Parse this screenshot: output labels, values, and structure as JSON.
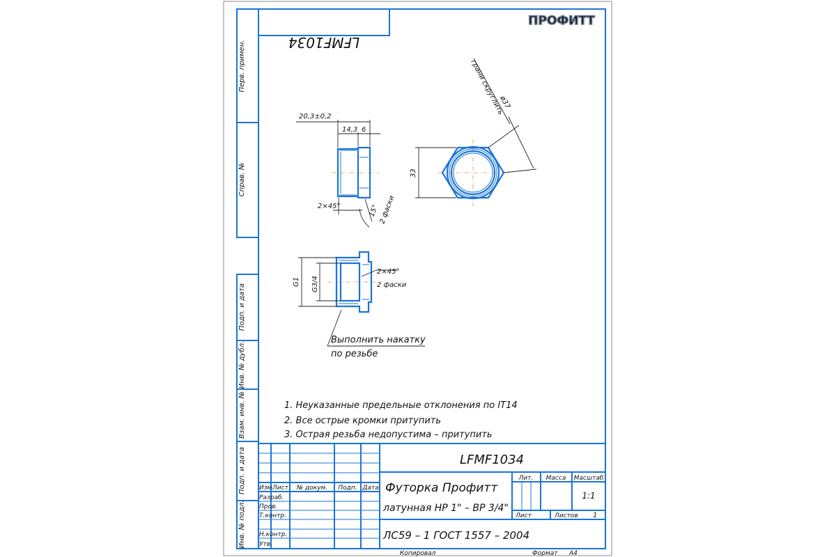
{
  "brand": {
    "logo": "ПРОФИТТ"
  },
  "top_code_mirrored": "LFMF1034",
  "side_labels": {
    "perv_primen": "Перв. примен.",
    "sprav_no": "Справ. №",
    "podp_data_1": "Подп. и дата",
    "inv_dubl": "Инв. № дубл.",
    "vzam_inv": "Взам. инв. №",
    "podp_data_2": "Подп. и дата",
    "inv_podl": "Инв. № подл."
  },
  "drawing": {
    "dim_overall": "20,3±0,2",
    "dim_body": "14,3",
    "dim_hex_len": "6",
    "dim_chamfer1": "2×45°",
    "dim_angle": "15°",
    "dim_chamfer1_note": "2 фаски",
    "dim_hex_height": "33",
    "dim_dia": "ø37",
    "note_edges": "грани скруглить",
    "dim_thread_outer": "G1",
    "dim_thread_inner": "G3/4",
    "dim_chamfer2": "2×45°",
    "dim_chamfer2_note": "2 фаски",
    "knurl_line1": "Выполнить накатку",
    "knurl_line2": "по резьбе"
  },
  "notes": [
    "1. Неуказанные предельные отклонения по IT14",
    "2. Все острые кромки притупить",
    "3. Острая резьба недопустима – притупить"
  ],
  "title_block": {
    "designation": "LFMF1034",
    "name_line1": "Футорка Профитт",
    "name_line2": "латунная НР 1\" – ВР 3/4\"",
    "material": "ЛС59 – 1 ГОСТ 1557 – 2004",
    "col_izm": "Изм.",
    "col_list": "Лист",
    "col_doc": "№ докум.",
    "col_podp": "Подп.",
    "col_date": "Дата",
    "row_razrab": "Разраб.",
    "row_prov": "Пров.",
    "row_tkontr": "Т.контр.",
    "row_nkontr": "Н.контр.",
    "row_utv": "Утв.",
    "lit_label": "Лит.",
    "mass_label": "Масса",
    "scale_label": "Масштаб",
    "scale_value": "1:1",
    "sheet_label": "Лист",
    "sheets_label": "Листов",
    "sheets_value": "1"
  },
  "footer": {
    "copied": "Копировал",
    "format_label": "Формат",
    "format_value": "A4"
  }
}
